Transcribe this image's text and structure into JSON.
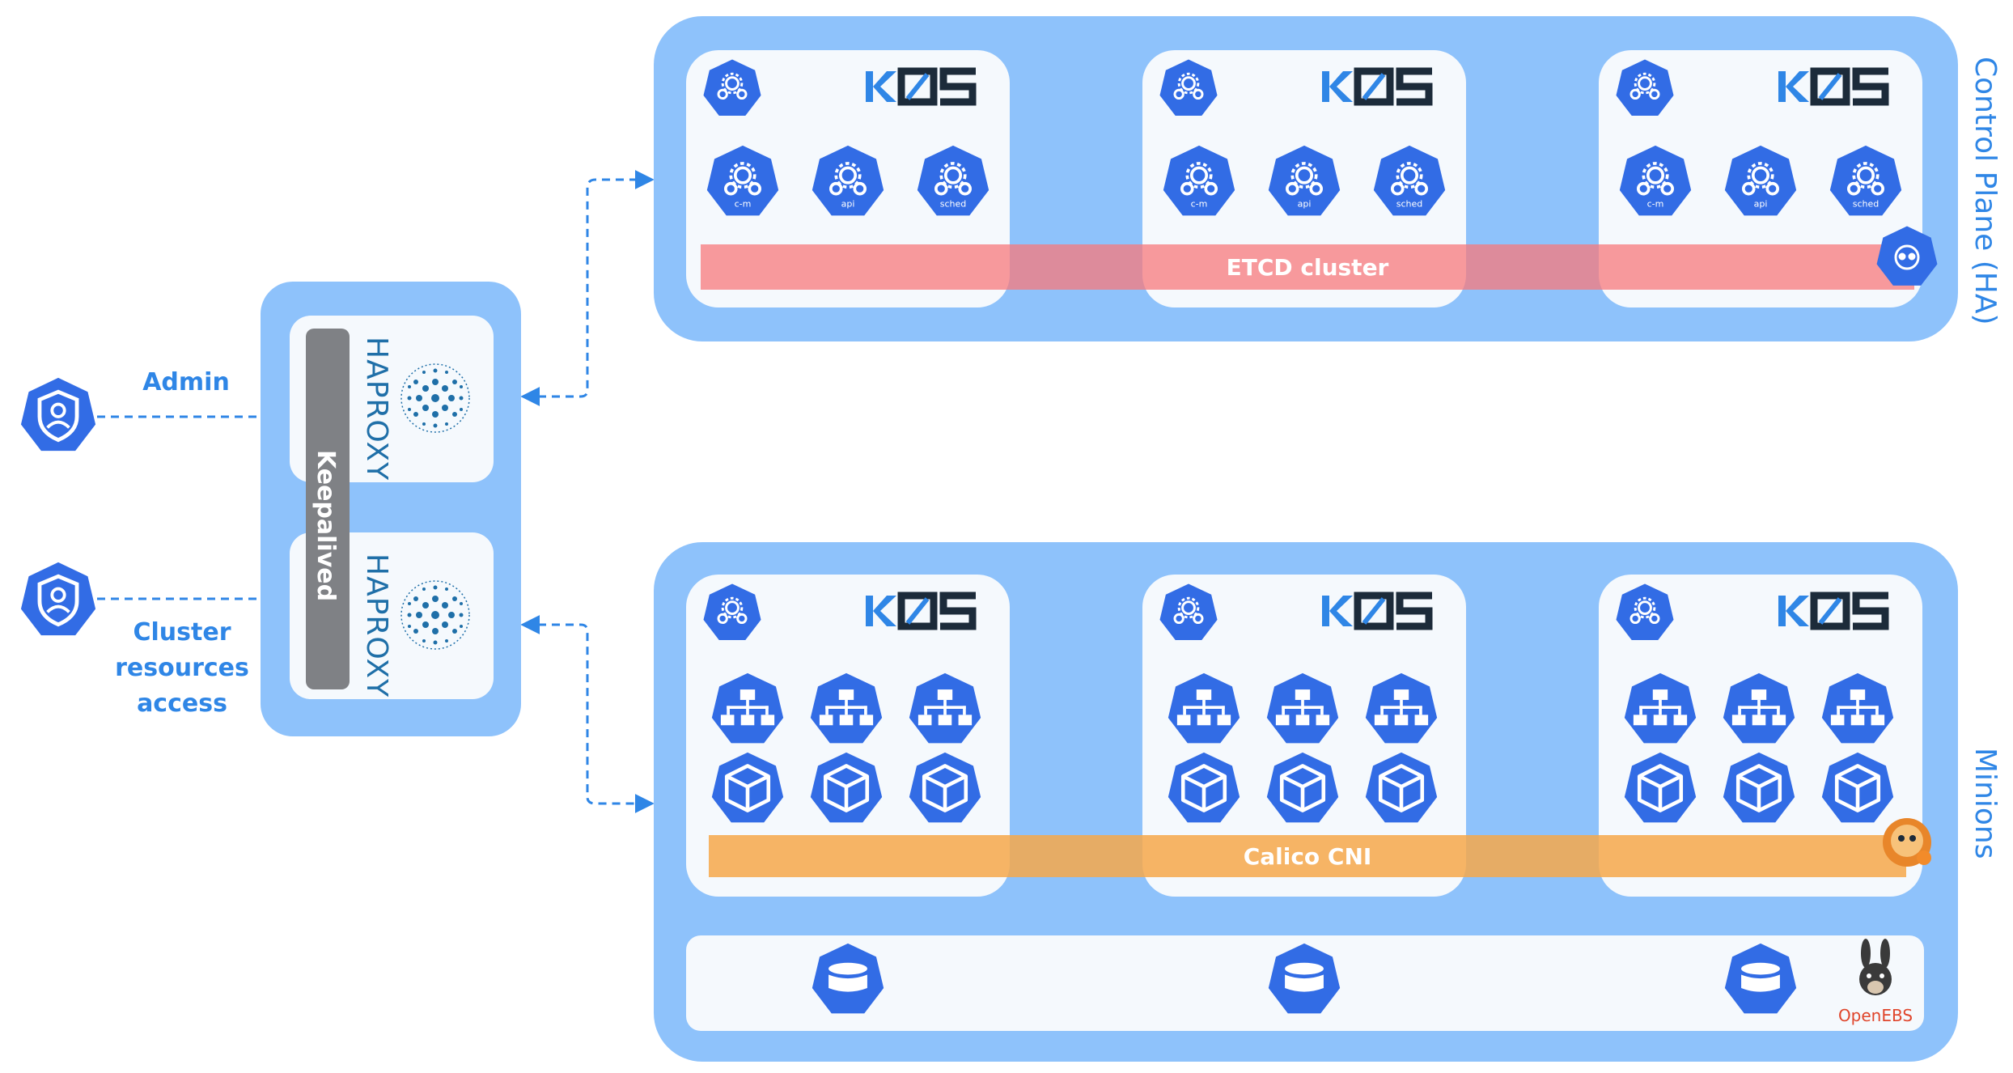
{
  "labels": {
    "admin": "Admin",
    "cluster_access_1": "Cluster",
    "cluster_access_2": "resources",
    "cluster_access_3": "access",
    "control_plane": "Control Plane (HA)",
    "minions": "Minions",
    "etcd": "ETCD cluster",
    "calico": "Calico CNI",
    "keepalived": "Keepalived",
    "haproxy": "HAPROXY",
    "openebs": "OpenEBS"
  },
  "component_labels": {
    "cm": "c-m",
    "api": "api",
    "sched": "sched"
  },
  "colors": {
    "panel": "#8ec2fb",
    "node": "#f5f9fd",
    "k8s_blue": "#326ce5",
    "etcd_bar": "#f7787b",
    "calico_bar": "#f6a84a",
    "text_blue": "#2f86e6"
  }
}
